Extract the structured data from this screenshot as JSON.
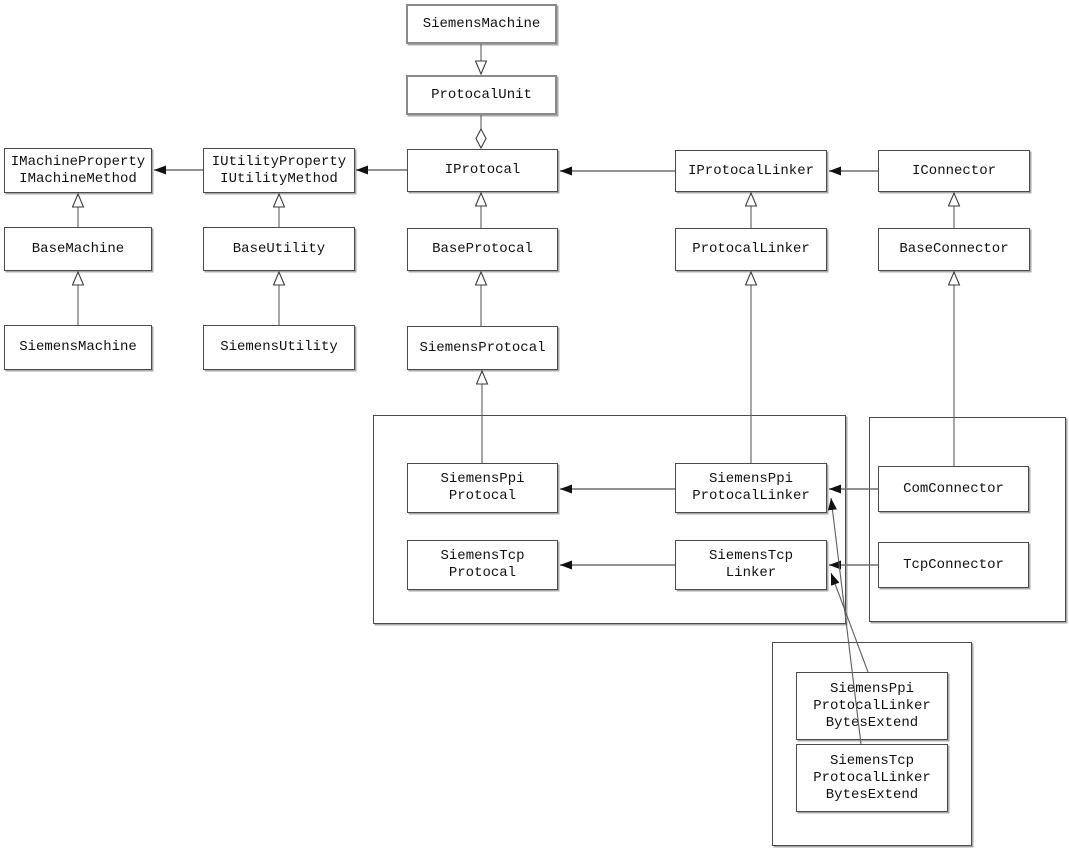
{
  "nodes": {
    "siemens_machine_top": "SiemensMachine",
    "protocal_unit": "ProtocalUnit",
    "i_machine": "IMachineProperty\nIMachineMethod",
    "i_utility": "IUtilityProperty\nIUtilityMethod",
    "i_protocal": "IProtocal",
    "i_protocal_linker": "IProtocalLinker",
    "i_connector": "IConnector",
    "base_machine": "BaseMachine",
    "base_utility": "BaseUtility",
    "base_protocal": "BaseProtocal",
    "protocal_linker": "ProtocalLinker",
    "base_connector": "BaseConnector",
    "siemens_machine": "SiemensMachine",
    "siemens_utility": "SiemensUtility",
    "siemens_protocal": "SiemensProtocal",
    "siemens_ppi_protocal": "SiemensPpi\nProtocal",
    "siemens_ppi_protocal_linker": "SiemensPpi\nProtocalLinker",
    "siemens_tcp_protocal": "SiemensTcp\nProtocal",
    "siemens_tcp_linker": "SiemensTcp\nLinker",
    "com_connector": "ComConnector",
    "tcp_connector": "TcpConnector",
    "siemens_ppi_bytes_extend": "SiemensPpi\nProtocalLinker\nBytesExtend",
    "siemens_tcp_bytes_extend": "SiemensTcp\nProtocalLinker\nBytesExtend"
  },
  "colors": {
    "background": "#ffffff",
    "box_border": "#4b4b4b",
    "gray_box_border": "#8a8a8a",
    "line": "#6f6f6f",
    "arrow_fill": "#111111"
  }
}
